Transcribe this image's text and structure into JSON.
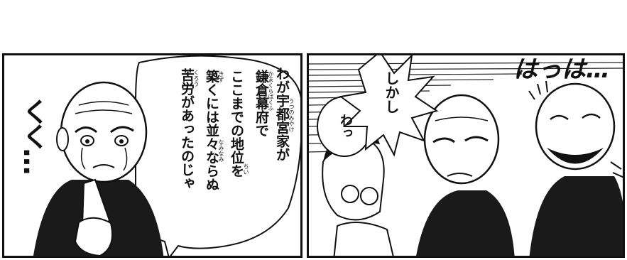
{
  "left_panel": {
    "sfx": "く く …",
    "speech": [
      "わが宇都宮家が",
      "鎌倉幕府で",
      "ここまでの地位を",
      "築くには並々ならぬ",
      "苦労があったのじゃ"
    ],
    "ruby": {
      "utsunomiyake": "うつのみやけ",
      "kamakura_bakufu": "かまくらばくふ",
      "chii": "ちい",
      "kizu": "きず",
      "naminami": "なみなみ",
      "kurou": "くろう"
    }
  },
  "right_panel": {
    "shout": "しかし",
    "wa": "わっ",
    "laugh": "はっは…"
  }
}
